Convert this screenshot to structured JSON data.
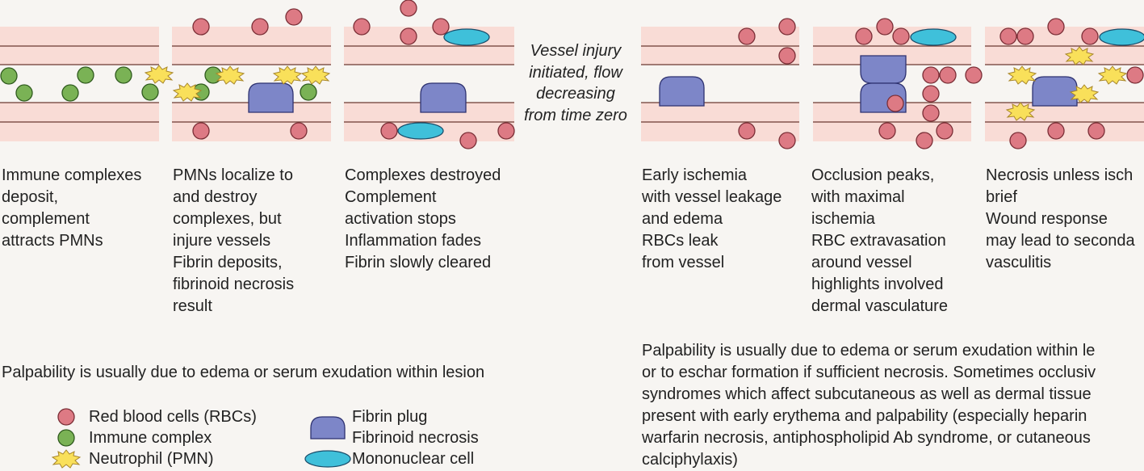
{
  "colors": {
    "vessel_band": "#f9dcd6",
    "vessel_line": "#6b3a32",
    "rbc_fill": "#dd7a84",
    "immune_fill": "#7ab255",
    "neutrophil_fill": "#f9e05a",
    "fibrin_fill": "#7d86c8",
    "mononuclear_fill": "#3fc0da",
    "background": "#f7f5f2"
  },
  "middle_note": "Vessel injury\ninitiated, flow\ndecreasing\nfrom time zero",
  "captions": [
    "Immune complexes\ndeposit,\ncomplement\nattracts PMNs",
    "PMNs localize to\nand destroy\ncomplexes, but\ninjure vessels\nFibrin deposits,\nfibrinoid necrosis\nresult",
    "Complexes destroyed\nComplement\nactivation stops\nInflammation fades\nFibrin slowly cleared",
    "Early ischemia\nwith vessel leakage\nand edema\nRBCs leak\nfrom vessel",
    "Occlusion peaks,\nwith maximal\nischemia\nRBC extravasation\naround vessel\nhighlights involved\ndermal vasculature",
    "Necrosis unless isch\nbrief\nWound response\nmay lead to seconda\nvasculitis"
  ],
  "palpability_left": "Palpability is usually due to edema or serum exudation within lesion",
  "palpability_right": "Palpability is usually due to edema or serum exudation within le\nor to eschar formation if sufficient necrosis. Sometimes occlusiv\nsyndromes which affect subcutaneous as well as dermal tissue\npresent with early erythema and palpability (especially heparin\nwarfarin necrosis, antiphospholipid Ab syndrome, or cutaneous\ncalciphylaxis)",
  "legend": {
    "rbc": "Red blood cells (RBCs)",
    "immune_complex": "Immune complex",
    "neutrophil": "Neutrophil (PMN)",
    "fibrin_plug": "Fibrin plug",
    "fibrinoid_necrosis": "Fibrinoid necrosis",
    "mononuclear": "Mononuclear cell"
  }
}
